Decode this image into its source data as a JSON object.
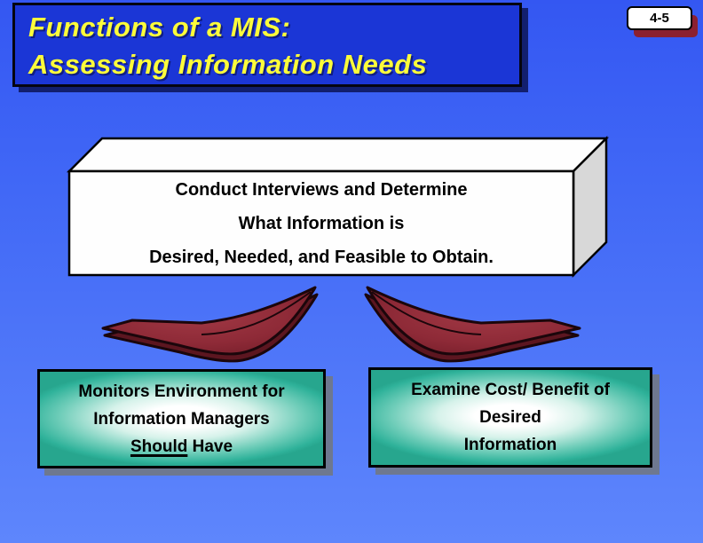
{
  "slide": {
    "page_badge": "4-5",
    "title": {
      "line1": "Functions of a MIS:",
      "line2": "Assessing Information Needs"
    },
    "process_box": {
      "line1": "Conduct Interviews and Determine",
      "line2": "What Information is",
      "line3": "Desired, Needed, and Feasible to Obtain."
    },
    "monitor_box": {
      "line1": "Monitors Environment for",
      "line2": "Information Managers",
      "line3_underline": "Should",
      "line3_rest": " Have"
    },
    "examine_box": {
      "line1": "Examine Cost/ Benefit of",
      "line2": "Desired",
      "line3": "Information"
    },
    "colors": {
      "background_top": "#3457F2",
      "background_bottom": "#5E86FC",
      "title_fill": "#1B36D6",
      "title_text": "#FCFC3A",
      "title_shadow": "#121F6E",
      "badge_shadow_red": "#8B2030",
      "arrow_red": "#8E2A37",
      "arrow_dark_red": "#5C1620",
      "teal_edge": "#2FB29A",
      "cube_side_gray": "#D8D8D8",
      "box_shadow_gray": "#6E7890"
    }
  }
}
